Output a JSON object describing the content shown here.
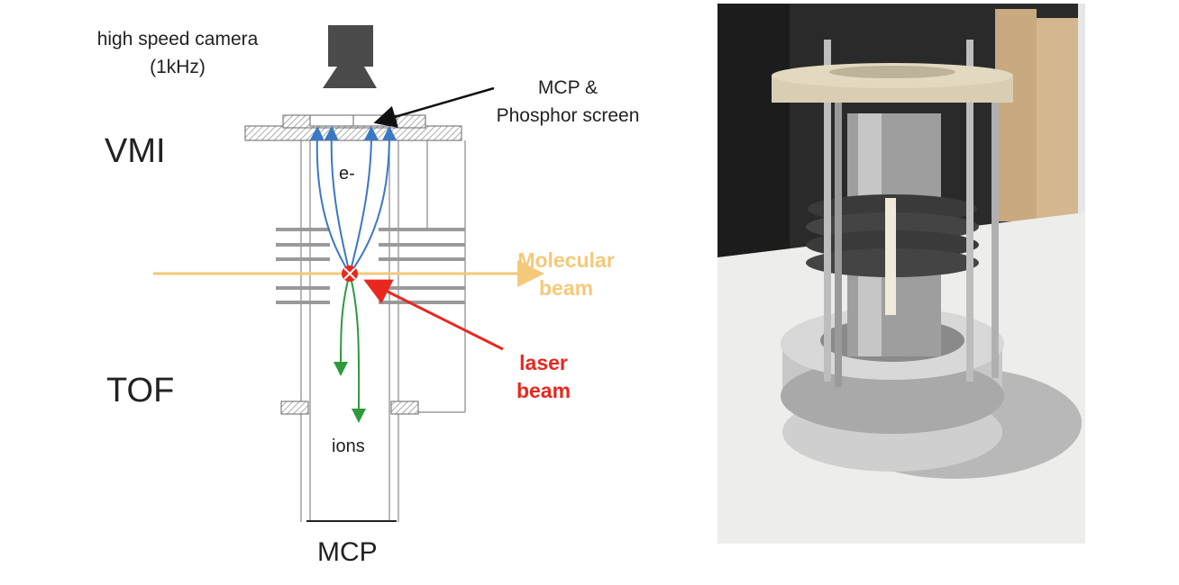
{
  "diagram": {
    "camera": {
      "line1": "high speed camera",
      "line2": "(1kHz)"
    },
    "mcp_screen": {
      "line1": "MCP &",
      "line2": "Phosphor screen"
    },
    "vmi": "VMI",
    "tof": "TOF",
    "electrons": "e-",
    "ions": "ions",
    "mcp_bottom": "MCP",
    "molecular_beam": {
      "line1": "Molecular",
      "line2": "beam"
    },
    "laser_beam": {
      "line1": "laser",
      "line2": "beam"
    }
  },
  "colors": {
    "electron_paths": "#3b78c4",
    "ion_paths": "#2e9a3c",
    "molecular_beam": "#f5c97a",
    "laser_beam": "#e8281e",
    "hardware": "#555555"
  }
}
